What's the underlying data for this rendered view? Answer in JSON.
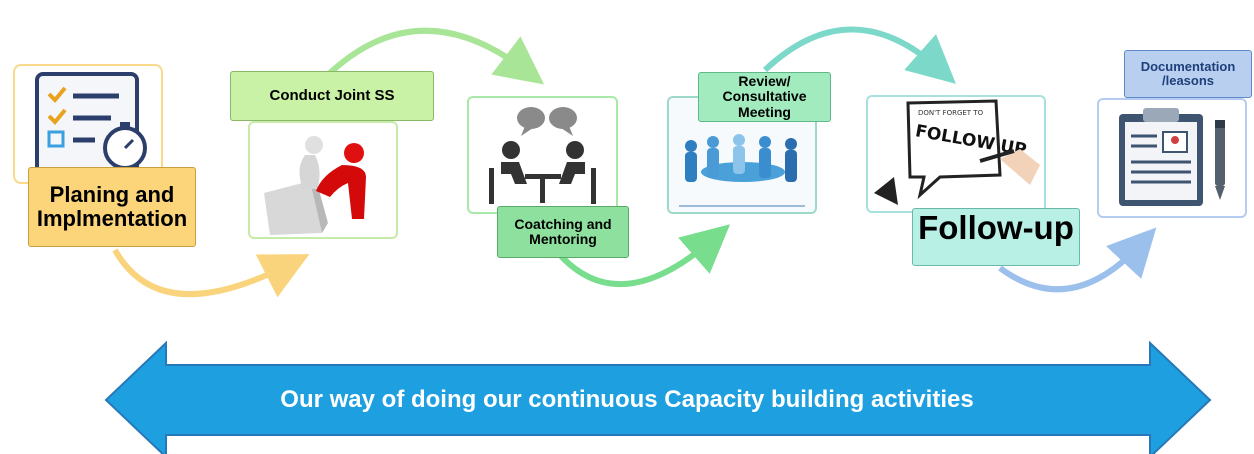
{
  "steps": {
    "planning": {
      "label": "Planing and Implmentation",
      "icon": "checklist-stopwatch-icon"
    },
    "joint_ss": {
      "label": "Conduct Joint SS",
      "icon": "helping-figures-icon"
    },
    "coaching": {
      "label": "Coatching and Mentoring",
      "icon": "meeting-conversation-icon"
    },
    "review": {
      "label": "Review/ Consultative Meeting",
      "icon": "group-discussion-icon"
    },
    "follow_up": {
      "label": "Follow-up",
      "icon": "follow-up-note-icon",
      "note_text": "FOLLOW UP",
      "note_small": "DON'T FORGET TO"
    },
    "documentation": {
      "label": "Documentation /leasons",
      "icon": "clipboard-pen-icon"
    }
  },
  "banner": {
    "text": "Our way of doing our continuous Capacity building activities"
  },
  "colors": {
    "banner_fill": "#1EA0E0",
    "banner_stroke": "#2778B8",
    "planning_label": "#FCD57A",
    "joint_ss_label": "#C9F2A6",
    "coaching_label": "#8DE09D",
    "review_label": "#A2EBBE",
    "follow_up_label": "#B8F0E6",
    "documentation_label": "#B8CFF0"
  }
}
